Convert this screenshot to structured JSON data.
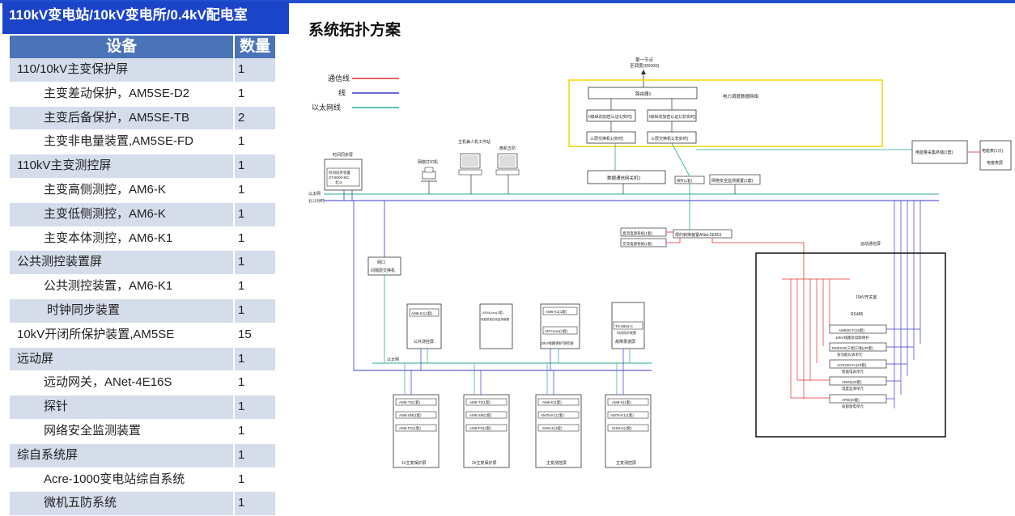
{
  "header": {
    "title": "110kV变电站/10kV变电所/0.4kV配电室"
  },
  "table": {
    "headers": [
      "设备",
      "数量"
    ],
    "rows": [
      {
        "name": "110/10kV主变保护屏",
        "qty": "1"
      },
      {
        "name": "主变差动保护，AM5SE-D2",
        "qty": "1"
      },
      {
        "name": "主变后备保护，AM5SE-TB",
        "qty": "2"
      },
      {
        "name": "主变非电量装置,AM5SE-FD",
        "qty": "1"
      },
      {
        "name": "110kV主变测控屏",
        "qty": "1"
      },
      {
        "name": "主变高侧测控，AM6-K",
        "qty": "1"
      },
      {
        "name": "主变低侧测控，AM6-K",
        "qty": "1"
      },
      {
        "name": "主变本体测控，AM6-K1",
        "qty": "1"
      },
      {
        "name": "公共测控装置屏",
        "qty": "1"
      },
      {
        "name": "公共测控装置，AM6-K1",
        "qty": "1"
      },
      {
        "name": "时钟同步装置",
        "qty": "1"
      },
      {
        "name": "10kV开闭所保护装置,AM5SE",
        "qty": "15"
      },
      {
        "name": "远动屏",
        "qty": "1"
      },
      {
        "name": "远动网关，ANet-4E16S",
        "qty": "1"
      },
      {
        "name": "探针",
        "qty": "1"
      },
      {
        "name": "网络安全监测装置",
        "qty": "1"
      },
      {
        "name": "综自系统屏",
        "qty": "1"
      },
      {
        "name": "Acre-1000变电站综自系统",
        "qty": "1"
      },
      {
        "name": "微机五防系统",
        "qty": "1"
      }
    ]
  },
  "diagram": {
    "title": "系统拓扑方案",
    "legend": {
      "comm_line": "通信线",
      "line": "线",
      "ethernet_line": "以太网线"
    },
    "colors": {
      "comm": "#e03030",
      "line": "#3a3acf",
      "ethernet": "#2aaa9a",
      "yellow": "#f0d800"
    },
    "labels": {
      "dispatch_top1": "第一节点",
      "dispatch_top2": "至调度(D5000)",
      "router": "路由器1",
      "power_net": "电力调度数据网络",
      "vertical_auth_1": "II级纵向加密认证1(实时)",
      "vertical_auth_2": "I级纵向加密认证1(非实时)",
      "switch_a": "三层交换机1(实时)",
      "switch_b": "三层交换机1(非实时)",
      "data_gateway": "数据通信网关机1",
      "netsec_monitor": "网络安全监测装置(1套)",
      "probe": "探针(1套)",
      "ups": "电能量采集终端(1套)",
      "right_box_1": "电能表(1只)",
      "right_box_2": "电度表屏",
      "time_sync_screen": "时间同步屏",
      "time_sync_device": "时间同步装置",
      "time_sync_model": "ST-9000-MC",
      "time_sync_sub": "北斗",
      "printer": "网络打印机",
      "operator_ws": "主机兼人机工作站",
      "five_prevent": "微机五防",
      "ethernet": "以太网",
      "beidou": "北斗对时",
      "protocol_conv": "规约转换装置ANet-2E8S1",
      "dc_system": "直流电源系统(1套)",
      "ac_system": "交流电源系统(1套)",
      "remote_screen": "远动通信屏",
      "net_switch_1": "网口",
      "net_switch_2": "间隔层交换机",
      "room_10kv": "10kV开关室",
      "rs485": "RS485",
      "dev1": "AM5SE-F(15套)",
      "dev1b": "10kV线路及母联保护",
      "dev2": "DMZ230(三相三线)(35套)",
      "dev2b": "多功能仪表单元",
      "dev3": "ACR230-Fu(20套)",
      "dev3b": "智能电表单元",
      "dev4": "ARD6(20套)",
      "dev4b": "温度监测单元",
      "dev5": "APD(20套)",
      "dev5b": "局部放电单元",
      "panel1_a": "AM6-K1(1套)",
      "panel1_t": "公共测控屏",
      "panel2_a": "APM1xxx(1套)",
      "panel2_b": "电能质量在线监测装置",
      "panel3_a": "AM6-K1(1套)",
      "panel3_b": "APV1xxx(1套)",
      "panel3_t": "10kV线路保护测控屏",
      "panel4_a": "TS-9064-C",
      "panel4_b": "时间同步装置",
      "panel4_t": "故障录波屏",
      "eth2": "以太网",
      "cab1_a": "AM5-T2(1套)",
      "cab1_b": "AM5-SM(1套)",
      "cab1_c": "AM5-FD(1套)",
      "cab1_t": "1#主变保护屏",
      "cab2_a": "AM5-T2(1套)",
      "cab2_b": "AM5-SM(1套)",
      "cab2_c": "AM5-FD(1套)",
      "cab2_t": "2#主变保护屏",
      "cab3_a": "AM6-K(1套)",
      "cab3_b": "AM76-K1(1套)",
      "cab3_c": "SHM-K(1套)",
      "cab3_t": "主变测控屏",
      "cab4_a": "AM6-K(1套)",
      "cab4_b": "AM76-K1(1套)",
      "cab4_c": "SHM-K(1套)",
      "cab4_t": "主变测控屏"
    }
  }
}
